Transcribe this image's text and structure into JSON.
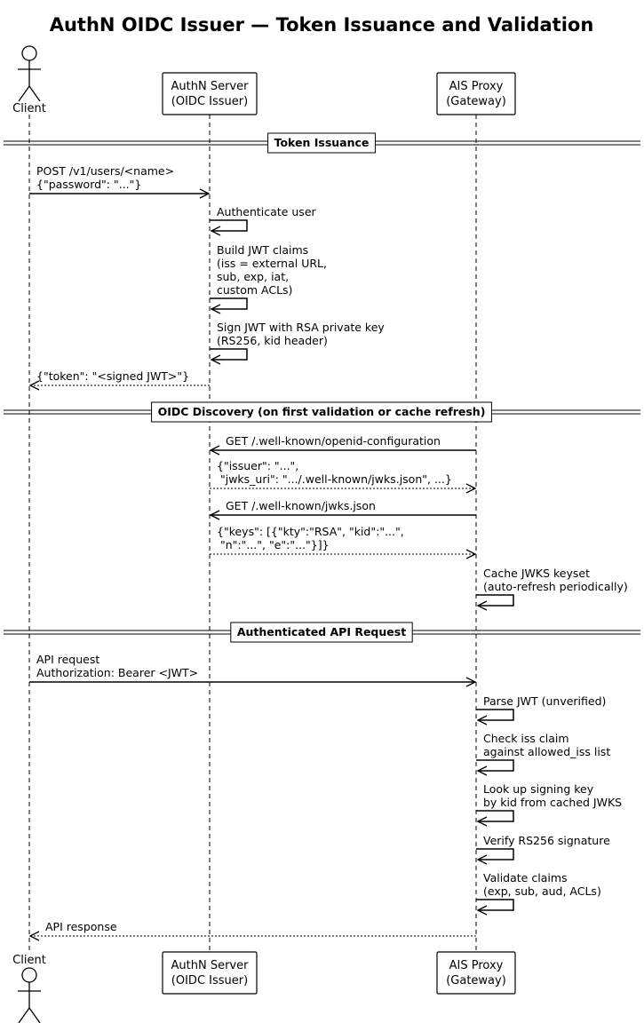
{
  "title": "AuthN OIDC Issuer — Token Issuance and Validation",
  "participants": [
    {
      "id": "client",
      "kind": "actor",
      "lines": [
        "Client"
      ]
    },
    {
      "id": "authn",
      "kind": "box",
      "lines": [
        "AuthN Server",
        "(OIDC Issuer)"
      ]
    },
    {
      "id": "proxy",
      "kind": "box",
      "lines": [
        "AIS Proxy",
        "(Gateway)"
      ]
    }
  ],
  "sections": [
    "Token Issuance",
    "OIDC Discovery (on first validation or cache refresh)",
    "Authenticated API Request"
  ],
  "messages": [
    {
      "from": "client",
      "to": "authn",
      "style": "solid",
      "lines": [
        "POST /v1/users/<name>",
        "{\"password\": \"...\"}"
      ]
    },
    {
      "from": "authn",
      "to": "authn",
      "style": "self",
      "lines": [
        "Authenticate user"
      ]
    },
    {
      "from": "authn",
      "to": "authn",
      "style": "self",
      "lines": [
        "Build JWT claims",
        "(iss = external URL,",
        "sub, exp, iat,",
        "custom ACLs)"
      ]
    },
    {
      "from": "authn",
      "to": "authn",
      "style": "self",
      "lines": [
        "Sign JWT with RSA private key",
        "(RS256, kid header)"
      ]
    },
    {
      "from": "authn",
      "to": "client",
      "style": "dashed",
      "lines": [
        "{\"token\": \"<signed JWT>\"}"
      ]
    },
    {
      "from": "proxy",
      "to": "authn",
      "style": "solid",
      "lines": [
        "GET /.well-known/openid-configuration"
      ]
    },
    {
      "from": "authn",
      "to": "proxy",
      "style": "dashed",
      "lines": [
        "{\"issuer\": \"...\",",
        " \"jwks_uri\": \".../.well-known/jwks.json\", ...}"
      ]
    },
    {
      "from": "proxy",
      "to": "authn",
      "style": "solid",
      "lines": [
        "GET /.well-known/jwks.json"
      ]
    },
    {
      "from": "authn",
      "to": "proxy",
      "style": "dashed",
      "lines": [
        "{\"keys\": [{\"kty\":\"RSA\", \"kid\":\"...\",",
        " \"n\":\"...\", \"e\":\"...\"}]}"
      ]
    },
    {
      "from": "proxy",
      "to": "proxy",
      "style": "self",
      "lines": [
        "Cache JWKS keyset",
        "(auto-refresh periodically)"
      ]
    },
    {
      "from": "client",
      "to": "proxy",
      "style": "solid",
      "lines": [
        "API request",
        "Authorization: Bearer <JWT>"
      ]
    },
    {
      "from": "proxy",
      "to": "proxy",
      "style": "self",
      "lines": [
        "Parse JWT (unverified)"
      ]
    },
    {
      "from": "proxy",
      "to": "proxy",
      "style": "self",
      "lines": [
        "Check iss claim",
        "against allowed_iss list"
      ]
    },
    {
      "from": "proxy",
      "to": "proxy",
      "style": "self",
      "lines": [
        "Look up signing key",
        "by kid from cached JWKS"
      ]
    },
    {
      "from": "proxy",
      "to": "proxy",
      "style": "self",
      "lines": [
        "Verify RS256 signature"
      ]
    },
    {
      "from": "proxy",
      "to": "proxy",
      "style": "self",
      "lines": [
        "Validate claims",
        "(exp, sub, aud, ACLs)"
      ]
    },
    {
      "from": "proxy",
      "to": "client",
      "style": "dashed",
      "lines": [
        "API response"
      ]
    }
  ]
}
